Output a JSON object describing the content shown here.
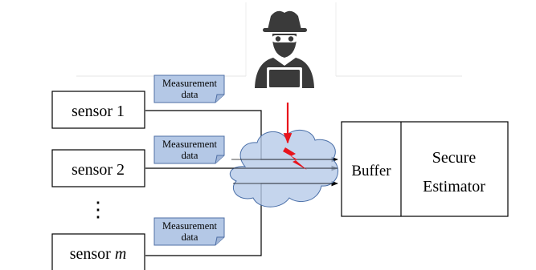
{
  "sensors": [
    {
      "label": "sensor 1"
    },
    {
      "label": "sensor 2"
    },
    {
      "label": "sensor ",
      "label_var": "m"
    }
  ],
  "ellipsis": "⋮",
  "measurement_notes": [
    {
      "line1": "Measurement",
      "line2": "data"
    },
    {
      "line1": "Measurement",
      "line2": "data"
    },
    {
      "line1": "Measurement",
      "line2": "data"
    }
  ],
  "buffer": {
    "label": "Buffer"
  },
  "estimator": {
    "line1": "Secure",
    "line2": "Estimator"
  },
  "colors": {
    "note_fill": "#b4c8e6",
    "note_stroke": "#4f6fa5",
    "cloud_fill": "#b7cbe8",
    "cloud_stroke": "#4a6fa8",
    "attack": "#e8141c",
    "hacker": "#3a3a3a",
    "line": "#000000"
  },
  "icons": {
    "attacker": "hacker-icon",
    "attack": "lightning-bolt-icon"
  }
}
